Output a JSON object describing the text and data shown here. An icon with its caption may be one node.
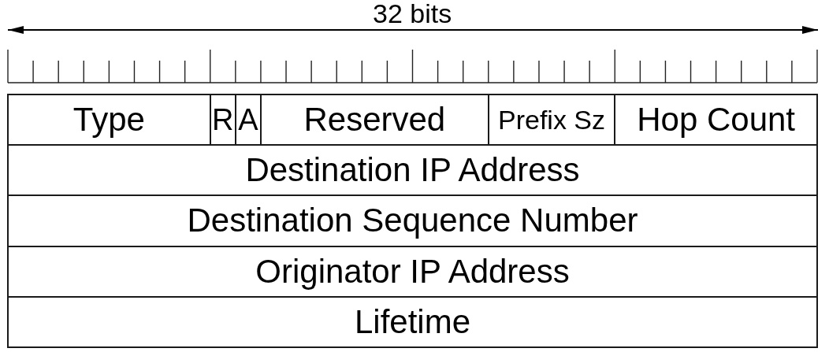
{
  "diagram": {
    "nodes": [
      {
        "text": [
          "Type"
        ]
      },
      {
        "text": [
          "R"
        ]
      },
      {
        "text": [
          "A"
        ]
      },
      {
        "text": [
          "Reserved"
        ]
      },
      {
        "text": [
          "Prefix Sz"
        ]
      },
      {
        "text": [
          "Hop Count"
        ]
      },
      {
        "text": [
          "Destination IP Address"
        ]
      },
      {
        "text": [
          "Destination Sequence Number"
        ]
      },
      {
        "text": [
          "Originator IP Address"
        ]
      },
      {
        "text": [
          "Lifetime"
        ]
      }
    ],
    "labels": [
      "32 bits"
    ]
  }
}
